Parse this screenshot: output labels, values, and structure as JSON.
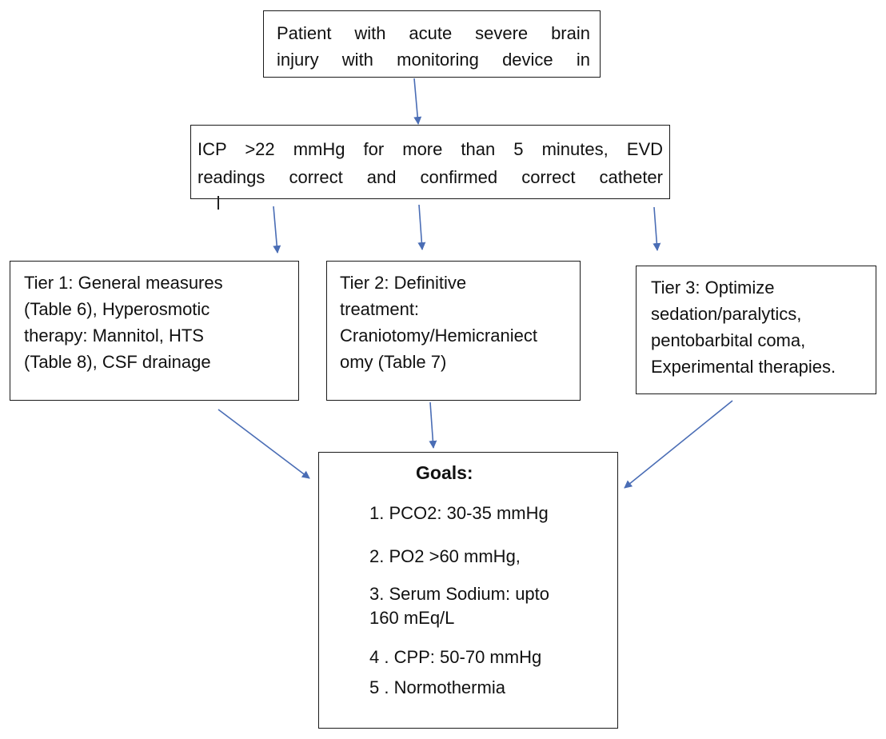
{
  "boxes": {
    "patient": {
      "lines": [
        "Patient with acute severe brain",
        "injury with monitoring device in"
      ]
    },
    "icp": {
      "lines": [
        "ICP >22 mmHg for more than 5 minutes, EVD",
        "readings correct and confirmed correct catheter"
      ]
    },
    "tier1": {
      "lines": [
        "Tier 1: General measures",
        "(Table 6), Hyperosmotic",
        "therapy: Mannitol, HTS",
        "(Table 8), CSF drainage"
      ]
    },
    "tier2": {
      "lines": [
        "Tier 2: Definitive",
        "treatment:",
        "Craniotomy/Hemicraniect",
        "omy (Table 7)"
      ]
    },
    "tier3": {
      "lines": [
        "Tier 3: Optimize",
        "sedation/paralytics,",
        "pentobarbital coma,",
        "Experimental therapies."
      ]
    },
    "goals": {
      "title": "Goals:",
      "items": [
        "1. PCO2: 30-35 mmHg",
        "2. PO2 >60 mmHg,",
        "3. Serum Sodium: upto",
        "160 mEq/L",
        "4 . CPP: 50-70 mmHg",
        "5 . Normothermia"
      ]
    }
  },
  "colors": {
    "arrow": "#4a6db5",
    "border": "#1a1a1a",
    "text": "#111111"
  }
}
